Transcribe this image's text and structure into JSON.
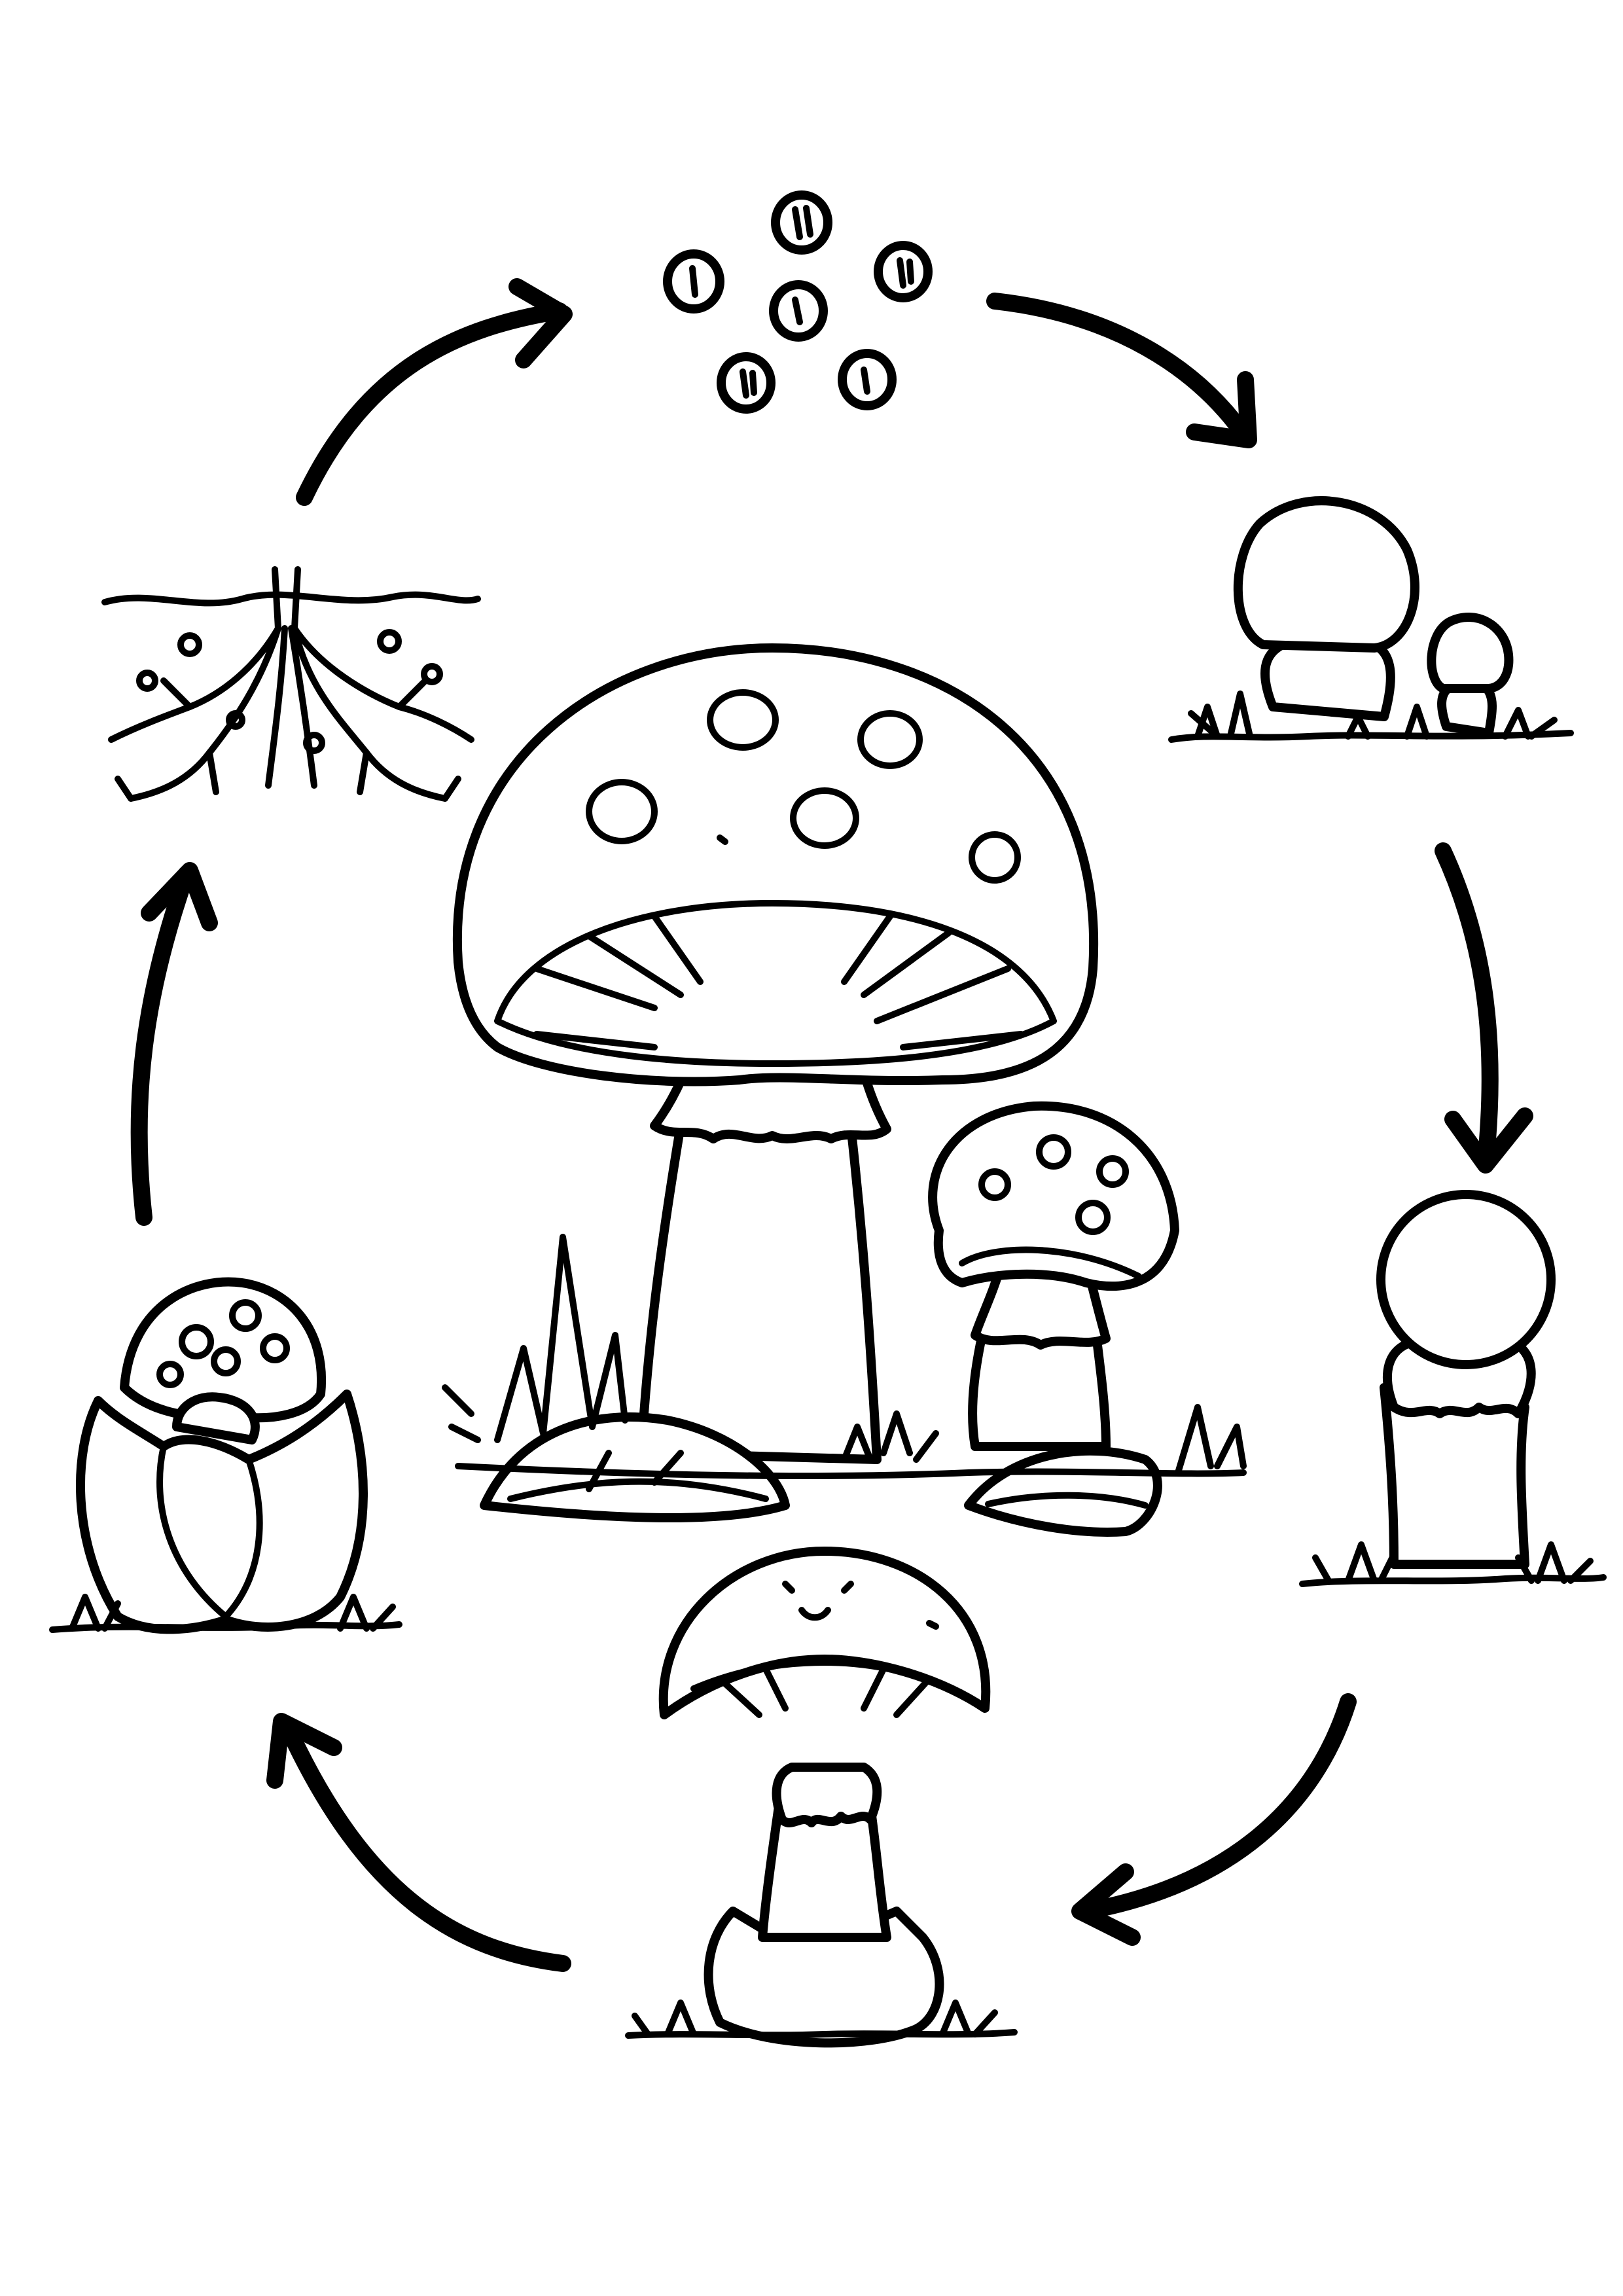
{
  "diagram": {
    "type": "cycle",
    "stages": [
      {
        "id": "spores",
        "label": ""
      },
      {
        "id": "young-buttons",
        "label": ""
      },
      {
        "id": "button-with-veil",
        "label": ""
      },
      {
        "id": "opening-cap",
        "label": ""
      },
      {
        "id": "egg-stage",
        "label": ""
      },
      {
        "id": "mycelium",
        "label": ""
      }
    ],
    "center": {
      "id": "mature-mushrooms",
      "label": ""
    },
    "line_color": "#000000",
    "background": "#ffffff"
  }
}
